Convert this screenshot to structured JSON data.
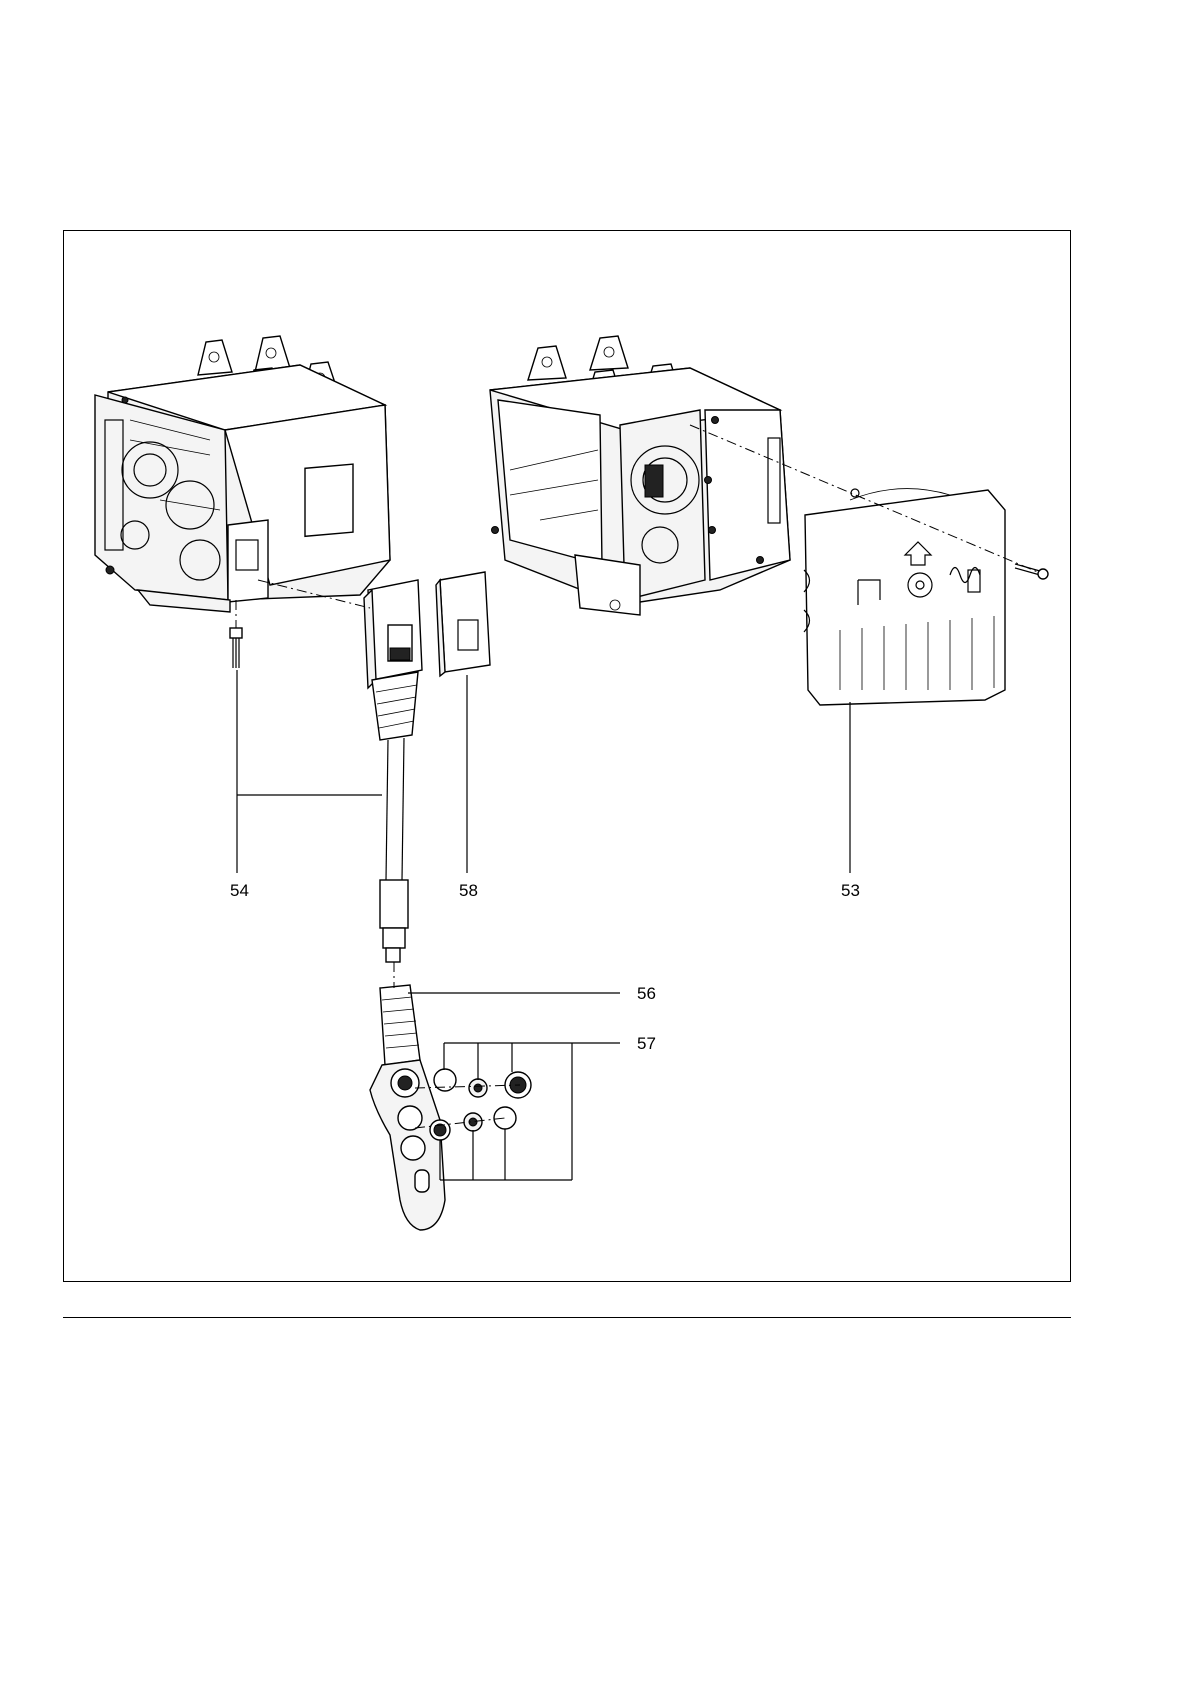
{
  "figure": {
    "callouts": [
      {
        "id": "53",
        "label": "53"
      },
      {
        "id": "54",
        "label": "54"
      },
      {
        "id": "56",
        "label": "56"
      },
      {
        "id": "57",
        "label": "57"
      },
      {
        "id": "58",
        "label": "58"
      }
    ]
  },
  "colors": {
    "line": "#000000",
    "background": "#ffffff",
    "part_fill": "#f4f4f4"
  }
}
